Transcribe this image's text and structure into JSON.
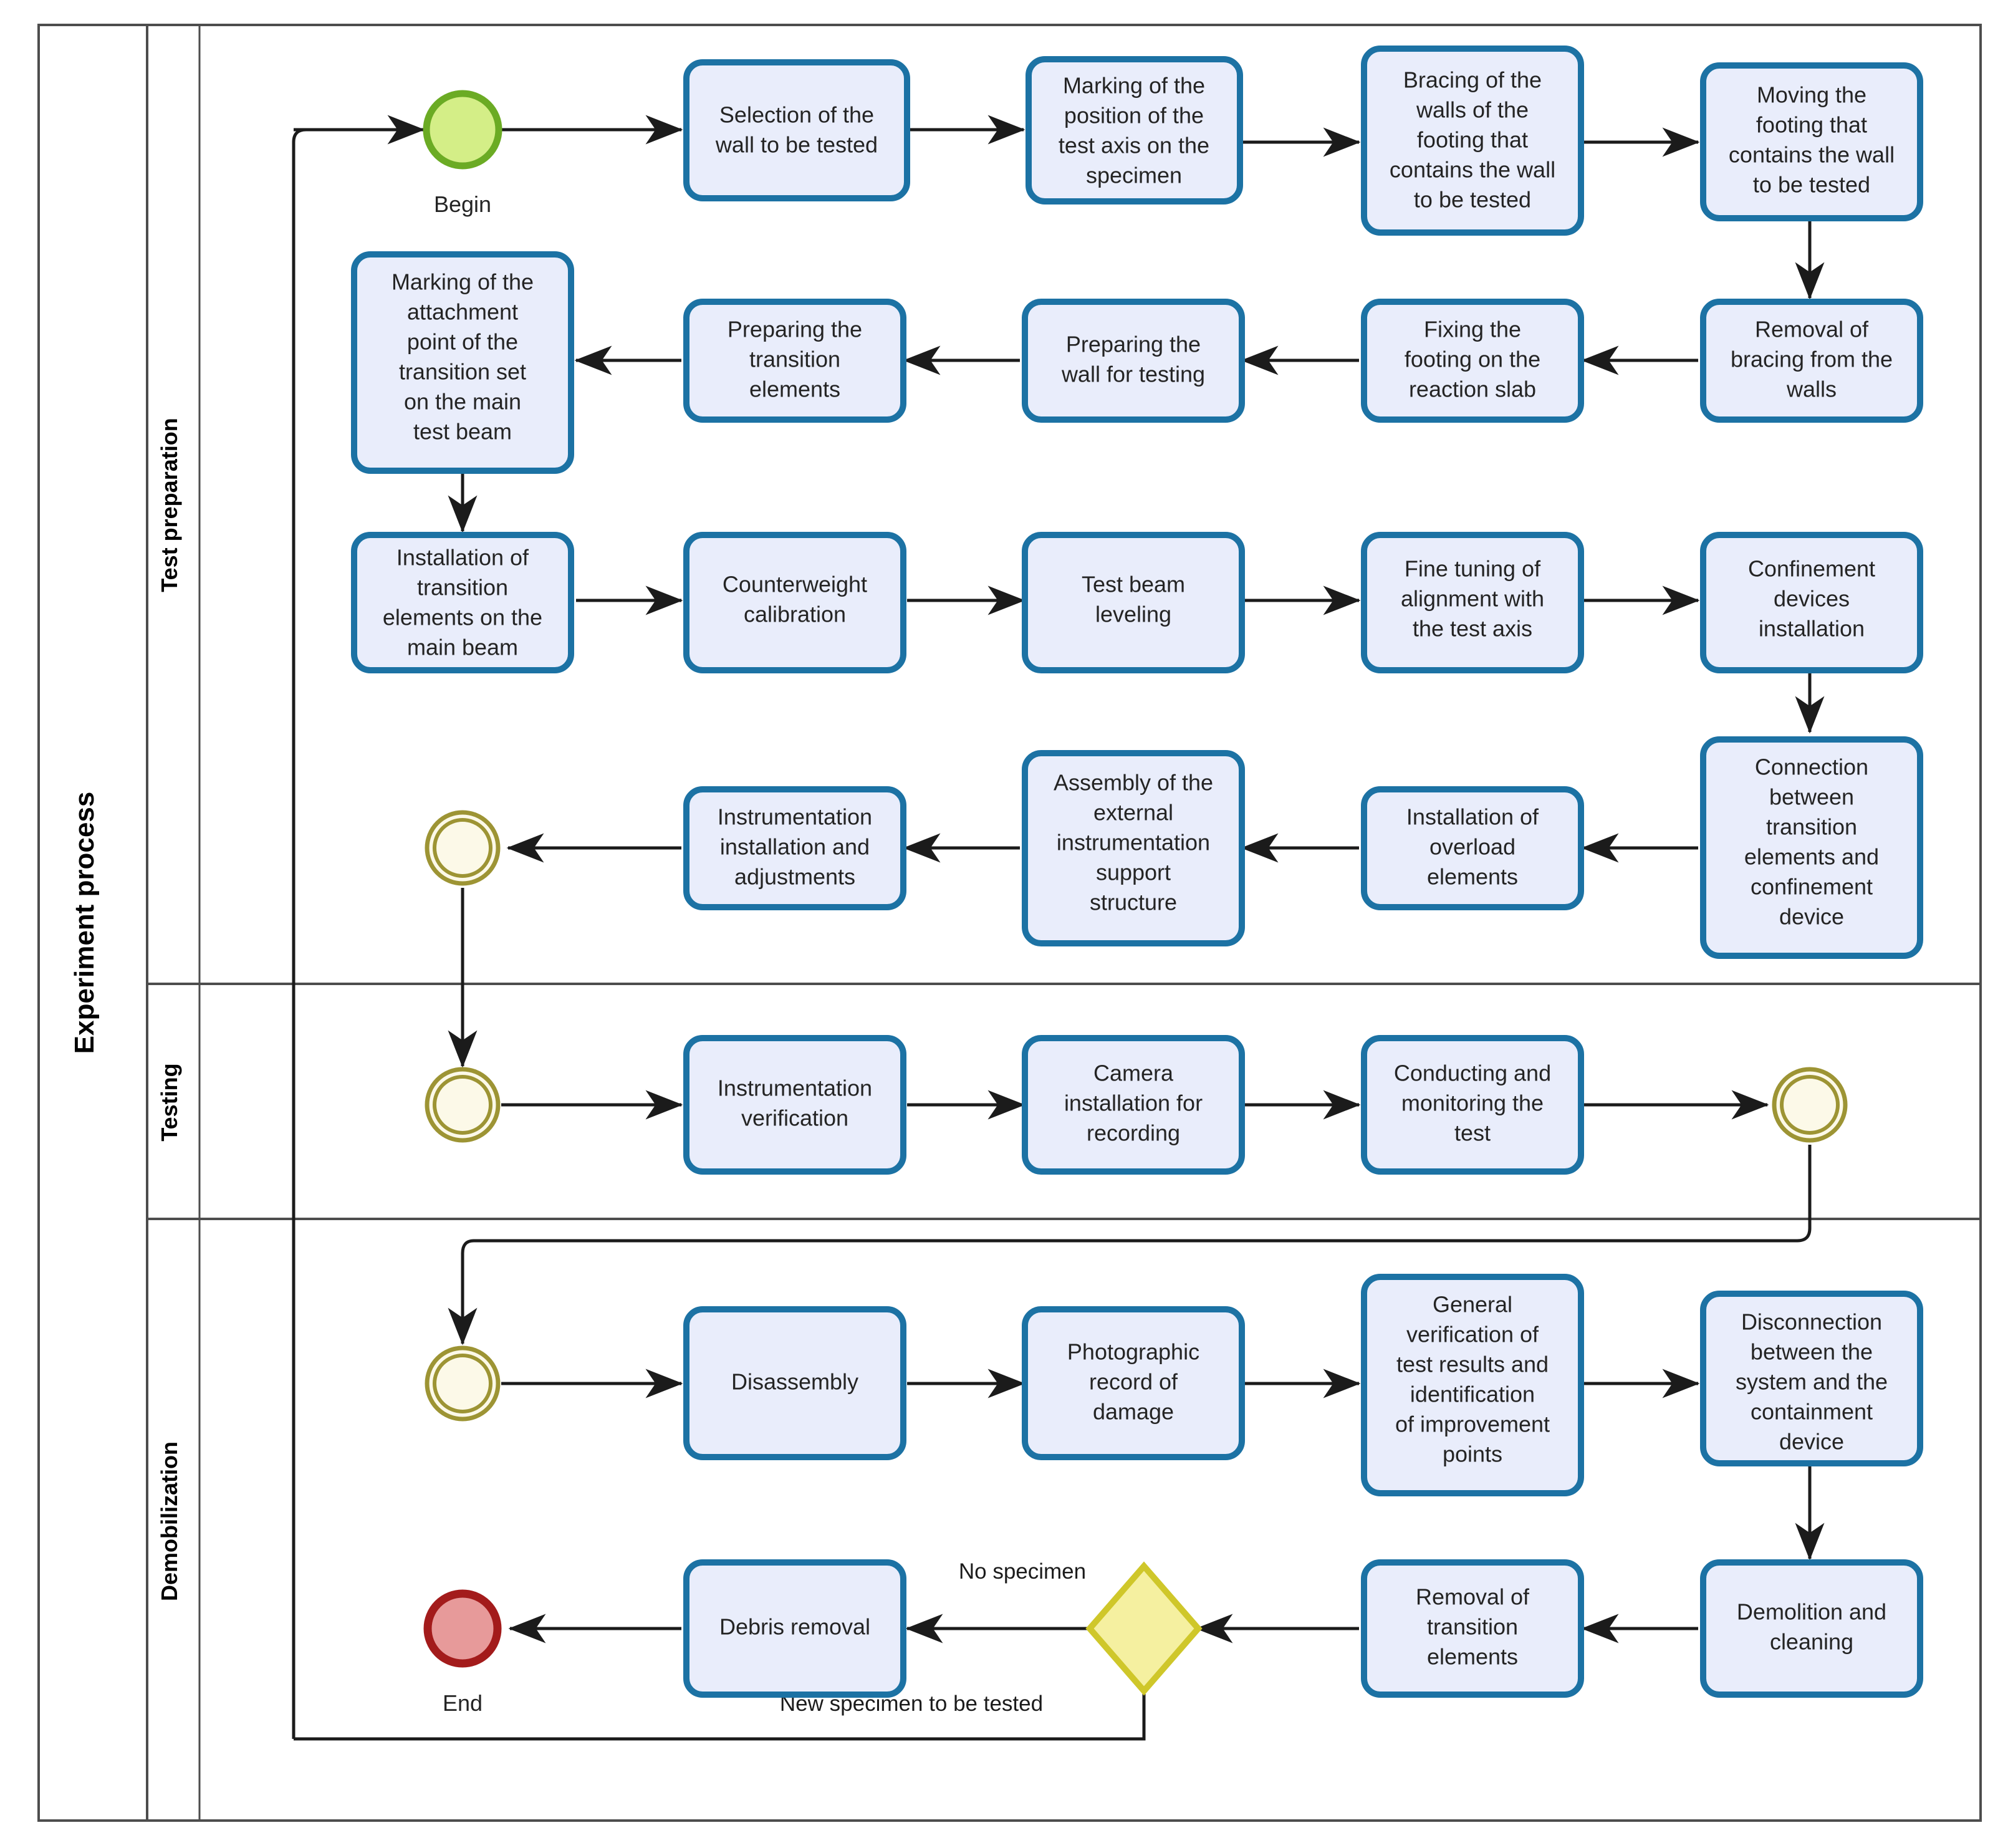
{
  "pool": {
    "label": "Experiment process"
  },
  "lanes": [
    {
      "id": "prep",
      "label": "Test preparation"
    },
    {
      "id": "testing",
      "label": "Testing"
    },
    {
      "id": "demob",
      "label": "Demobilization"
    }
  ],
  "colors": {
    "task_fill": "#e9edfb",
    "task_stroke": "#1c72a4",
    "start_fill": "#d4ee87",
    "start_stroke": "#6bab24",
    "end_fill": "#e79a9a",
    "end_stroke": "#a31b1b",
    "intermediate_fill": "#fcf9e8",
    "intermediate_stroke": "#9d9434",
    "gateway_fill": "#f5f0a0",
    "gateway_stroke": "#cfc72a",
    "flow": "#1b1b1b",
    "frame": "#4d4d4d"
  },
  "events": [
    {
      "id": "begin",
      "type": "start",
      "label": "Begin"
    },
    {
      "id": "link-out-prep",
      "type": "intermediate",
      "label": ""
    },
    {
      "id": "link-in-test",
      "type": "intermediate",
      "label": ""
    },
    {
      "id": "link-out-test",
      "type": "intermediate",
      "label": ""
    },
    {
      "id": "link-in-demob",
      "type": "intermediate",
      "label": ""
    },
    {
      "id": "end",
      "type": "end",
      "label": "End"
    }
  ],
  "gateway": {
    "id": "specimen-gateway",
    "type": "exclusive",
    "label": ""
  },
  "edge_labels": {
    "no_specimen": "No specimen",
    "new_specimen": "New specimen to be tested"
  },
  "tasks": {
    "t1": {
      "label": "Selection of the wall to be tested",
      "lines": [
        "Selection of the",
        "wall to be tested"
      ]
    },
    "t2": {
      "label": "Marking of the position of the test axis on the specimen",
      "lines": [
        "Marking of the",
        "position of the",
        "test axis on the",
        "specimen"
      ]
    },
    "t3": {
      "label": "Bracing of the walls of the footing that contains the wall to be tested",
      "lines": [
        "Bracing of the",
        "walls of the",
        "footing that",
        "contains the wall",
        "to be tested"
      ]
    },
    "t4": {
      "label": "Moving the footing that contains the wall to be tested",
      "lines": [
        "Moving the",
        "footing that",
        "contains the wall",
        "to be tested"
      ]
    },
    "t5": {
      "label": "Removal of bracing from the walls",
      "lines": [
        "Removal of",
        "bracing from the",
        "walls"
      ]
    },
    "t6": {
      "label": "Fixing the footing on the reaction slab",
      "lines": [
        "Fixing the",
        "footing on the",
        "reaction slab"
      ]
    },
    "t7": {
      "label": "Preparing the wall for testing",
      "lines": [
        "Preparing the",
        "wall for testing"
      ]
    },
    "t8": {
      "label": "Preparing the transition elements",
      "lines": [
        "Preparing the",
        "transition",
        "elements"
      ]
    },
    "t9": {
      "label": "Marking of the attachment point of the transition set on the main test beam",
      "lines": [
        "Marking of the",
        "attachment",
        "point of the",
        "transition set",
        "on the main",
        "test beam"
      ]
    },
    "t10": {
      "label": "Installation of transition elements on the main beam",
      "lines": [
        "Installation of",
        "transition",
        "elements on the",
        "main beam"
      ]
    },
    "t11": {
      "label": "Counterweight calibration",
      "lines": [
        "Counterweight",
        "calibration"
      ]
    },
    "t12": {
      "label": "Test beam leveling",
      "lines": [
        "Test beam",
        "leveling"
      ]
    },
    "t13": {
      "label": "Fine tuning of alignment with the test axis",
      "lines": [
        "Fine tuning of",
        "alignment with",
        "the test axis"
      ]
    },
    "t14": {
      "label": "Confinement devices installation",
      "lines": [
        "Confinement",
        "devices",
        "installation"
      ]
    },
    "t15": {
      "label": "Connection between transition elements and confinement device",
      "lines": [
        "Connection",
        "between",
        "transition",
        "elements and",
        "confinement",
        "device"
      ]
    },
    "t16": {
      "label": "Installation of overload elements",
      "lines": [
        "Installation of",
        "overload",
        "elements"
      ]
    },
    "t17": {
      "label": "Assembly of the external instrumentation support structure",
      "lines": [
        "Assembly of the",
        "external",
        "instrumentation",
        "support",
        "structure"
      ]
    },
    "t18": {
      "label": "Instrumentation installation and adjustments",
      "lines": [
        "Instrumentation",
        "installation and",
        "adjustments"
      ]
    },
    "t19": {
      "label": "Instrumentation verification",
      "lines": [
        "Instrumentation",
        "verification"
      ]
    },
    "t20": {
      "label": "Camera installation for recording",
      "lines": [
        "Camera",
        "installation for",
        "recording"
      ]
    },
    "t21": {
      "label": "Conducting and monitoring the test",
      "lines": [
        "Conducting and",
        "monitoring the",
        "test"
      ]
    },
    "t22": {
      "label": "Disassembly",
      "lines": [
        "Disassembly"
      ]
    },
    "t23": {
      "label": "Photographic record of damage",
      "lines": [
        "Photographic",
        "record of",
        "damage"
      ]
    },
    "t24": {
      "label": "General verification of test results and identification of improvement points",
      "lines": [
        "General",
        "verification of",
        "test results and",
        "identification",
        "of improvement",
        "points"
      ]
    },
    "t25": {
      "label": "Disconnection between the system and the containment device",
      "lines": [
        "Disconnection",
        "between the",
        "system and the",
        "containment",
        "device"
      ]
    },
    "t26": {
      "label": "Demolition and cleaning",
      "lines": [
        "Demolition and",
        "cleaning"
      ]
    },
    "t27": {
      "label": "Removal of transition elements",
      "lines": [
        "Removal of",
        "transition",
        "elements"
      ]
    },
    "t28": {
      "label": "Debris removal",
      "lines": [
        "Debris removal"
      ]
    }
  },
  "chart_data": {
    "type": "diagram",
    "notation": "BPMN",
    "pool": "Experiment process",
    "lanes": [
      "Test preparation",
      "Testing",
      "Demobilization"
    ],
    "sequence": [
      "Begin",
      "Selection of the wall to be tested",
      "Marking of the position of the test axis on the specimen",
      "Bracing of the walls of the footing that contains the wall to be tested",
      "Moving the footing that contains the wall to be tested",
      "Removal of bracing from the walls",
      "Fixing the footing on the reaction slab",
      "Preparing the wall for testing",
      "Preparing the transition elements",
      "Marking of the attachment point of the transition set on the main test beam",
      "Installation of transition elements on the main beam",
      "Counterweight calibration",
      "Test beam leveling",
      "Fine tuning of alignment with the test axis",
      "Confinement devices installation",
      "Connection between transition elements and confinement device",
      "Installation of overload elements",
      "Assembly of the external instrumentation support structure",
      "Instrumentation installation and adjustments",
      "Instrumentation verification",
      "Camera installation for recording",
      "Conducting and monitoring the test",
      "Disassembly",
      "Photographic record of damage",
      "General verification of test results and identification of improvement points",
      "Disconnection between the system and the containment device",
      "Demolition and cleaning",
      "Removal of transition elements",
      "Gateway",
      "Debris removal",
      "End"
    ],
    "branches": [
      {
        "from": "Gateway",
        "label": "No specimen",
        "to": "Debris removal"
      },
      {
        "from": "Gateway",
        "label": "New specimen to be tested",
        "to": "Begin"
      }
    ]
  }
}
